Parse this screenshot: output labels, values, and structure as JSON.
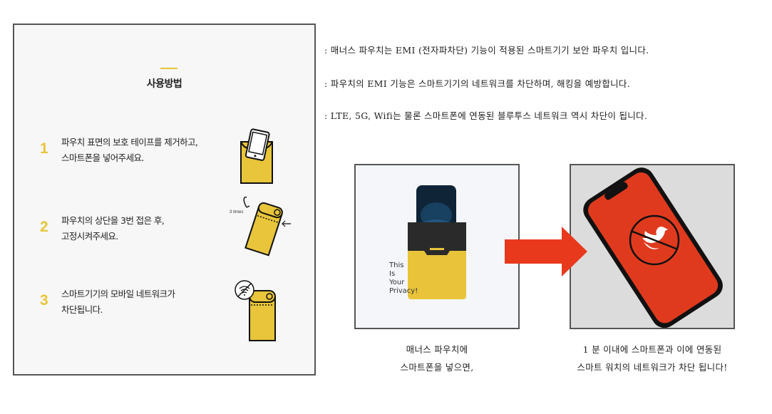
{
  "usage": {
    "title": "사용방법",
    "accent_color": "#e8c53a",
    "steps": [
      {
        "number": "1",
        "text": "파우치 표면의 보호 테이프를 제거하고,\n스마트폰을 넣어주세요.",
        "icon": "pouch-with-phone-icon"
      },
      {
        "number": "2",
        "text": "파우치의 상단을 3번 접은 후,\n고정시켜주세요.",
        "icon": "fold-pouch-icon",
        "icon_label": "3 times"
      },
      {
        "number": "3",
        "text": "스마트기기의 모바일 네트워크가\n차단됩니다.",
        "icon": "no-wifi-pouch-icon"
      }
    ]
  },
  "description": {
    "lines": [
      ": 매너스 파우치는 EMI (전자파차단) 기능이 적용된 스마트기기 보안 파우치 입니다.",
      ": 파우치의 EMI 기능은 스마트기기의 네트워크를 차단하며, 해킹을 예방합니다.",
      ": LTE, 5G, Wifi는 물론 스마트폰에 연동된 블루투스 네트워크 역시 차단이 됩니다."
    ]
  },
  "illustration": {
    "left_image": {
      "alt": "phone inside yellow pouch",
      "pouch_text": "This\nIs\nYour\nPrivacy!"
    },
    "arrow_color": "#e8391d",
    "right_image": {
      "alt": "phone with blocked twitter icon on red screen",
      "screen_color": "#e03a1e"
    },
    "left_caption": "매너스 파우치에\n스마트폰을 넣으면,",
    "right_caption": "1 분 이내에 스마트폰과 이에 연동된\n스마트 워치의 네트워크가 차단 됩니다!"
  }
}
